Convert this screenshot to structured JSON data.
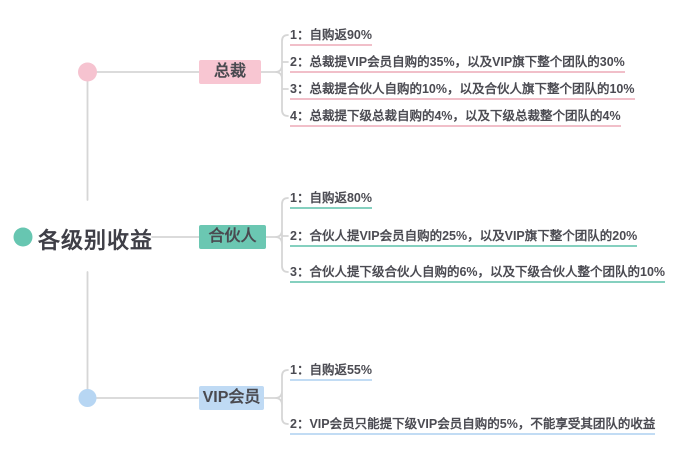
{
  "root": {
    "label": "各级别收益",
    "dot_color": "#67C6B1"
  },
  "colors": {
    "line": "#D6D6D6",
    "background": "#FFFFFF",
    "title_text": "#3F3F47",
    "item_text": "#4B4B52",
    "node_text": "#4A4A50"
  },
  "branches": [
    {
      "label": "总裁",
      "colors": {
        "box": "#F8C6D2",
        "dot": "#F6C3D0",
        "underline": "#F1BFC9"
      },
      "items": [
        "1：自购返90%",
        "2：总裁提VIP会员自购的35%，以及VIP旗下整个团队的30%",
        "3：总裁提合伙人自购的10%，以及合伙人旗下整个团队的10%",
        "4：总裁提下级总裁自购的4%，以及下级总裁整个团队的4%"
      ]
    },
    {
      "label": "合伙人",
      "colors": {
        "box": "#6BC7B2",
        "dot": "#66C5AF",
        "underline": "#85D0BF"
      },
      "items": [
        "1：自购返80%",
        "2：合伙人提VIP会员自购的25%，以及VIP旗下整个团队的20%",
        "3：合伙人提下级合伙人自购的6%，以及下级合伙人整个团队的10%"
      ]
    },
    {
      "label": "VIP会员",
      "colors": {
        "box": "#BFDAF4",
        "dot": "#B7D6F3",
        "underline": "#C2DCF4"
      },
      "items": [
        "1：自购返55%",
        "2：VIP会员只能提下级VIP会员自购的5%，不能享受其团队的收益"
      ]
    }
  ]
}
